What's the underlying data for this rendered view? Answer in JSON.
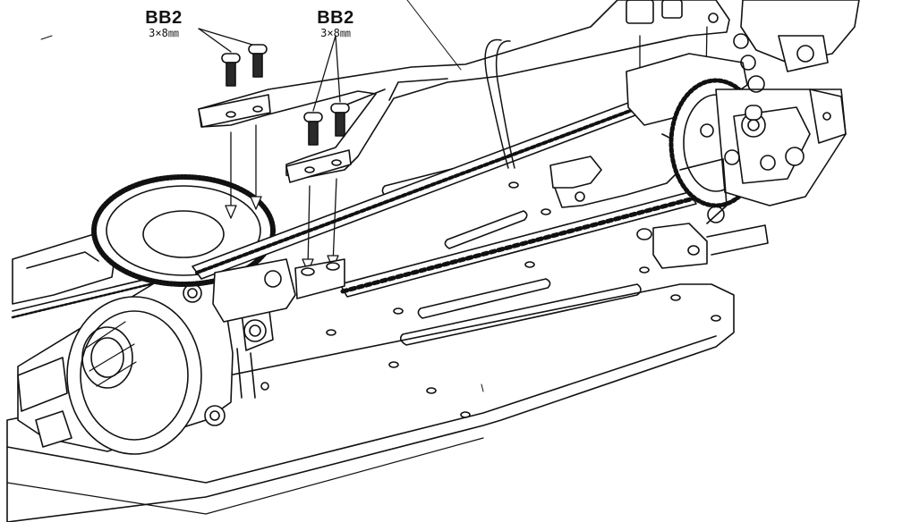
{
  "callouts": [
    {
      "code": "BB2",
      "size": "3×8㎜"
    },
    {
      "code": "BB2",
      "size": "3×8㎜"
    }
  ],
  "colors": {
    "ink": "#111111",
    "paper": "#ffffff",
    "shade": "#2a2a2a"
  }
}
